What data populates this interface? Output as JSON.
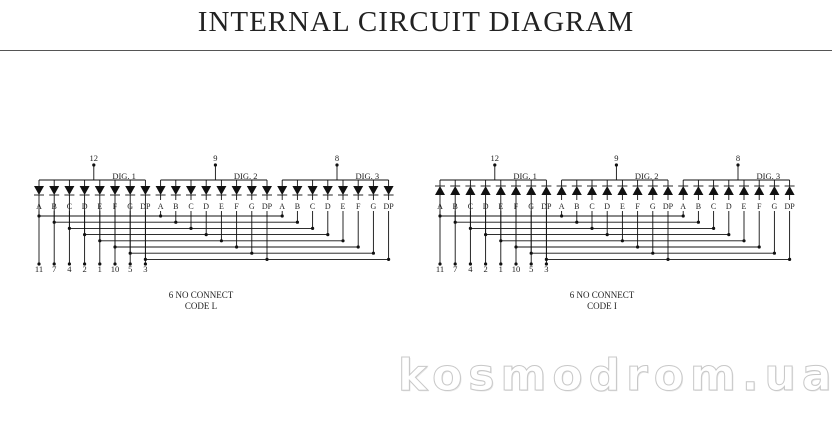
{
  "title": "INTERNAL CIRCUIT DIAGRAM",
  "segments": [
    "A",
    "B",
    "C",
    "D",
    "E",
    "F",
    "G",
    "DP"
  ],
  "digits": [
    {
      "label": "DIG. 1",
      "pin": "12"
    },
    {
      "label": "DIG. 2",
      "pin": "9"
    },
    {
      "label": "DIG. 3",
      "pin": "8"
    }
  ],
  "segment_pins": [
    "11",
    "7",
    "4",
    "2",
    "1",
    "10",
    "5",
    "3"
  ],
  "diagrams": [
    {
      "name": "code-l",
      "note": "6 NO CONNECT",
      "code": "CODE L",
      "polarity": "common-anode"
    },
    {
      "name": "code-i",
      "note": "6 NO CONNECT",
      "code": "CODE I",
      "polarity": "common-cathode"
    }
  ],
  "watermark": "kosmodrom.ua",
  "colors": {
    "line": "#111111",
    "text": "#222222"
  }
}
